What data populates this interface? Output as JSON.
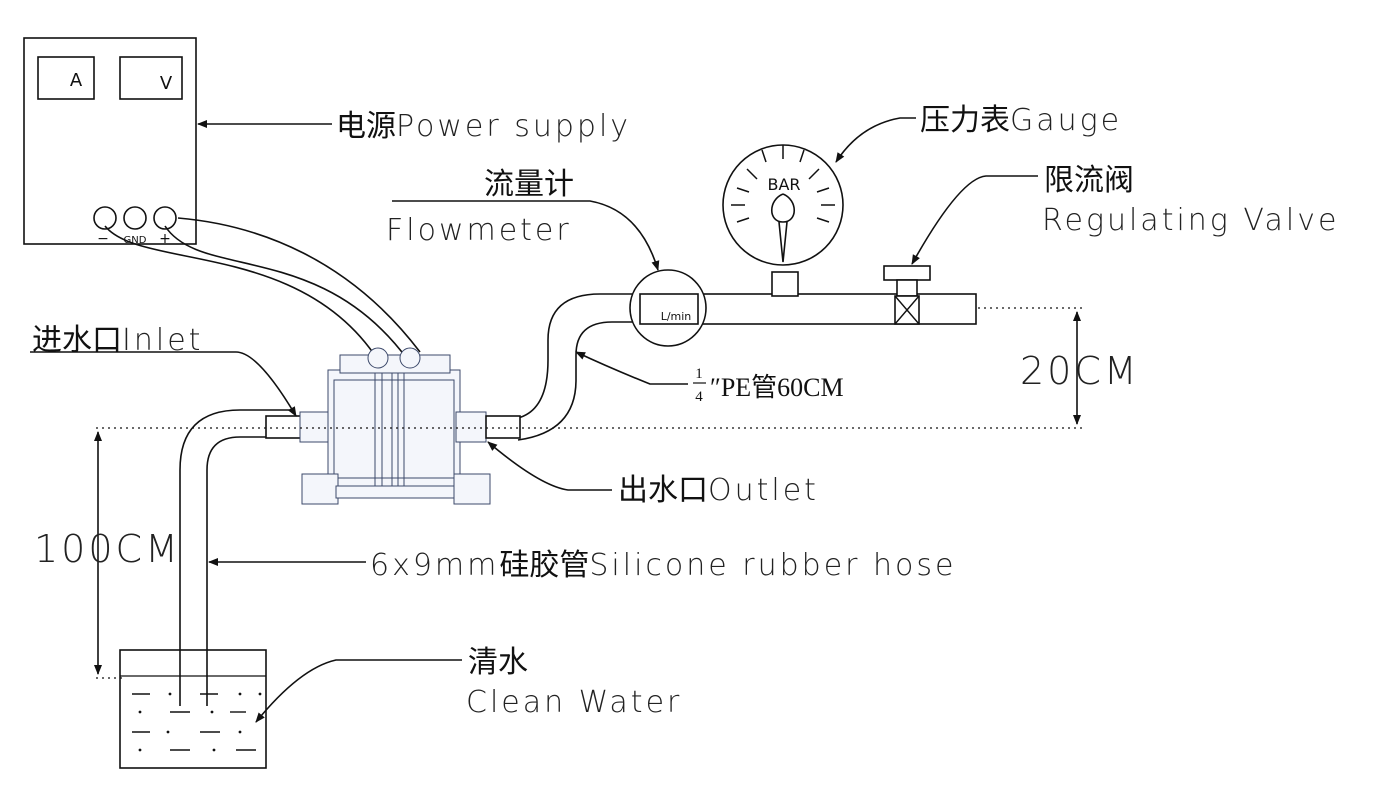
{
  "colors": {
    "line": "#111111",
    "pump": "#3d4a6b",
    "background": "#ffffff"
  },
  "power_supply": {
    "meter_a": "A",
    "meter_v": "V",
    "terminal_minus": "−",
    "terminal_gnd": "GND",
    "terminal_plus": "+",
    "label_cn": "电源",
    "label_en": "Power supply"
  },
  "gauge": {
    "face_text": "BAR",
    "label_cn": "压力表",
    "label_en": "Gauge"
  },
  "regulating_valve": {
    "label_cn": "限流阀",
    "label_en": "Regulating Valve"
  },
  "flowmeter": {
    "display": "L/min",
    "label_cn": "流量计",
    "label_en": "Flowmeter"
  },
  "pe_tube": {
    "fraction_num": "1",
    "fraction_den": "4",
    "label": "″PE管60CM"
  },
  "inlet": {
    "label_cn": "进水口",
    "label_en": "Inlet"
  },
  "outlet": {
    "label_cn": "出水口",
    "label_en": "Outlet"
  },
  "hose": {
    "size": "6x9mm",
    "label_cn": "硅胶管",
    "label_en": "Silicone rubber hose"
  },
  "water": {
    "label_cn": "清水",
    "label_en": "Clean Water"
  },
  "dimensions": {
    "height_outlet": "20CM",
    "height_suction": "100CM"
  }
}
